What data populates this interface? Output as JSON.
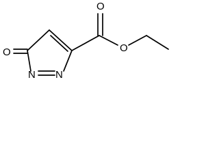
{
  "molecule": {
    "atoms": {
      "ketone_oxygen": "O",
      "ring_nitrogen_1": "N",
      "ring_nitrogen_2": "N",
      "carbonyl_oxygen": "O",
      "ester_oxygen": "O"
    }
  }
}
